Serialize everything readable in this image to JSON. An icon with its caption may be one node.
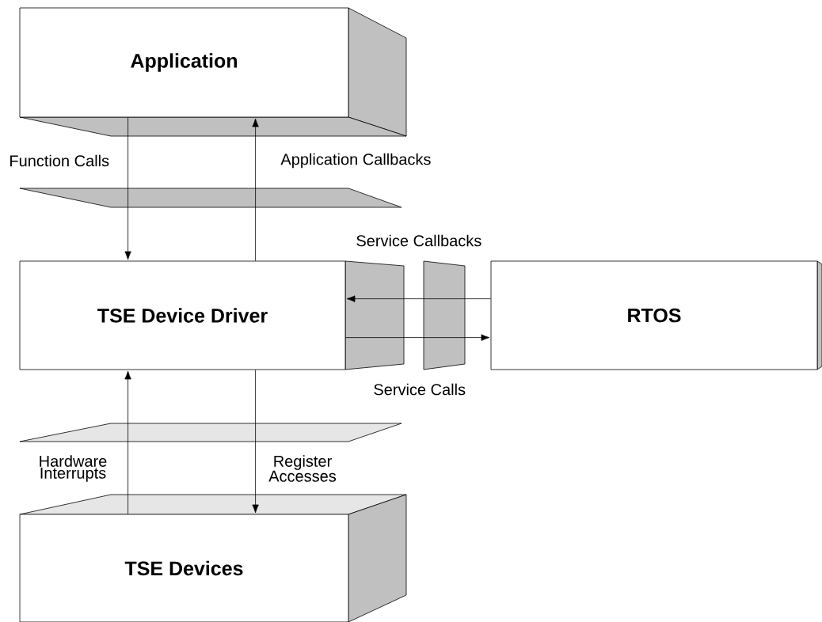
{
  "diagram": {
    "nodes": [
      {
        "text": [
          "Application"
        ]
      },
      {
        "text": [
          "TSE Device Driver"
        ]
      },
      {
        "text": [
          "RTOS"
        ]
      },
      {
        "text": [
          "TSE Devices"
        ]
      }
    ],
    "edges": [
      {
        "from": 0,
        "to": 1,
        "arrow": "to",
        "label": "Function Calls"
      },
      {
        "from": 1,
        "to": 0,
        "arrow": "to",
        "label": "Application Callbacks"
      },
      {
        "from": 2,
        "to": 1,
        "arrow": "to",
        "label": "Service Callbacks"
      },
      {
        "from": 1,
        "to": 2,
        "arrow": "to",
        "label": "Service Calls"
      },
      {
        "from": 3,
        "to": 1,
        "arrow": "to",
        "label": "Hardware Interrupts"
      },
      {
        "from": 1,
        "to": 3,
        "arrow": "to",
        "label": "Register Accesses"
      }
    ]
  }
}
